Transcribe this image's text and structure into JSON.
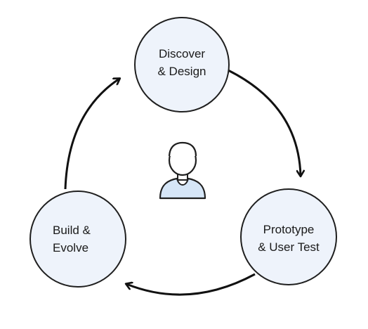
{
  "diagram": {
    "nodes": [
      {
        "id": "discover",
        "lines": [
          "Discover",
          "& Design"
        ]
      },
      {
        "id": "prototype",
        "lines": [
          "Prototype",
          "& User Test"
        ]
      },
      {
        "id": "build",
        "lines": [
          "Build &",
          "Evolve"
        ]
      }
    ],
    "center_icon": "user-icon",
    "flow": [
      "discover",
      "prototype",
      "build",
      "discover"
    ],
    "colors": {
      "node_fill": "#eef3fb",
      "stroke": "#1f1f1f",
      "icon_fill": "#d6e6f7"
    }
  }
}
